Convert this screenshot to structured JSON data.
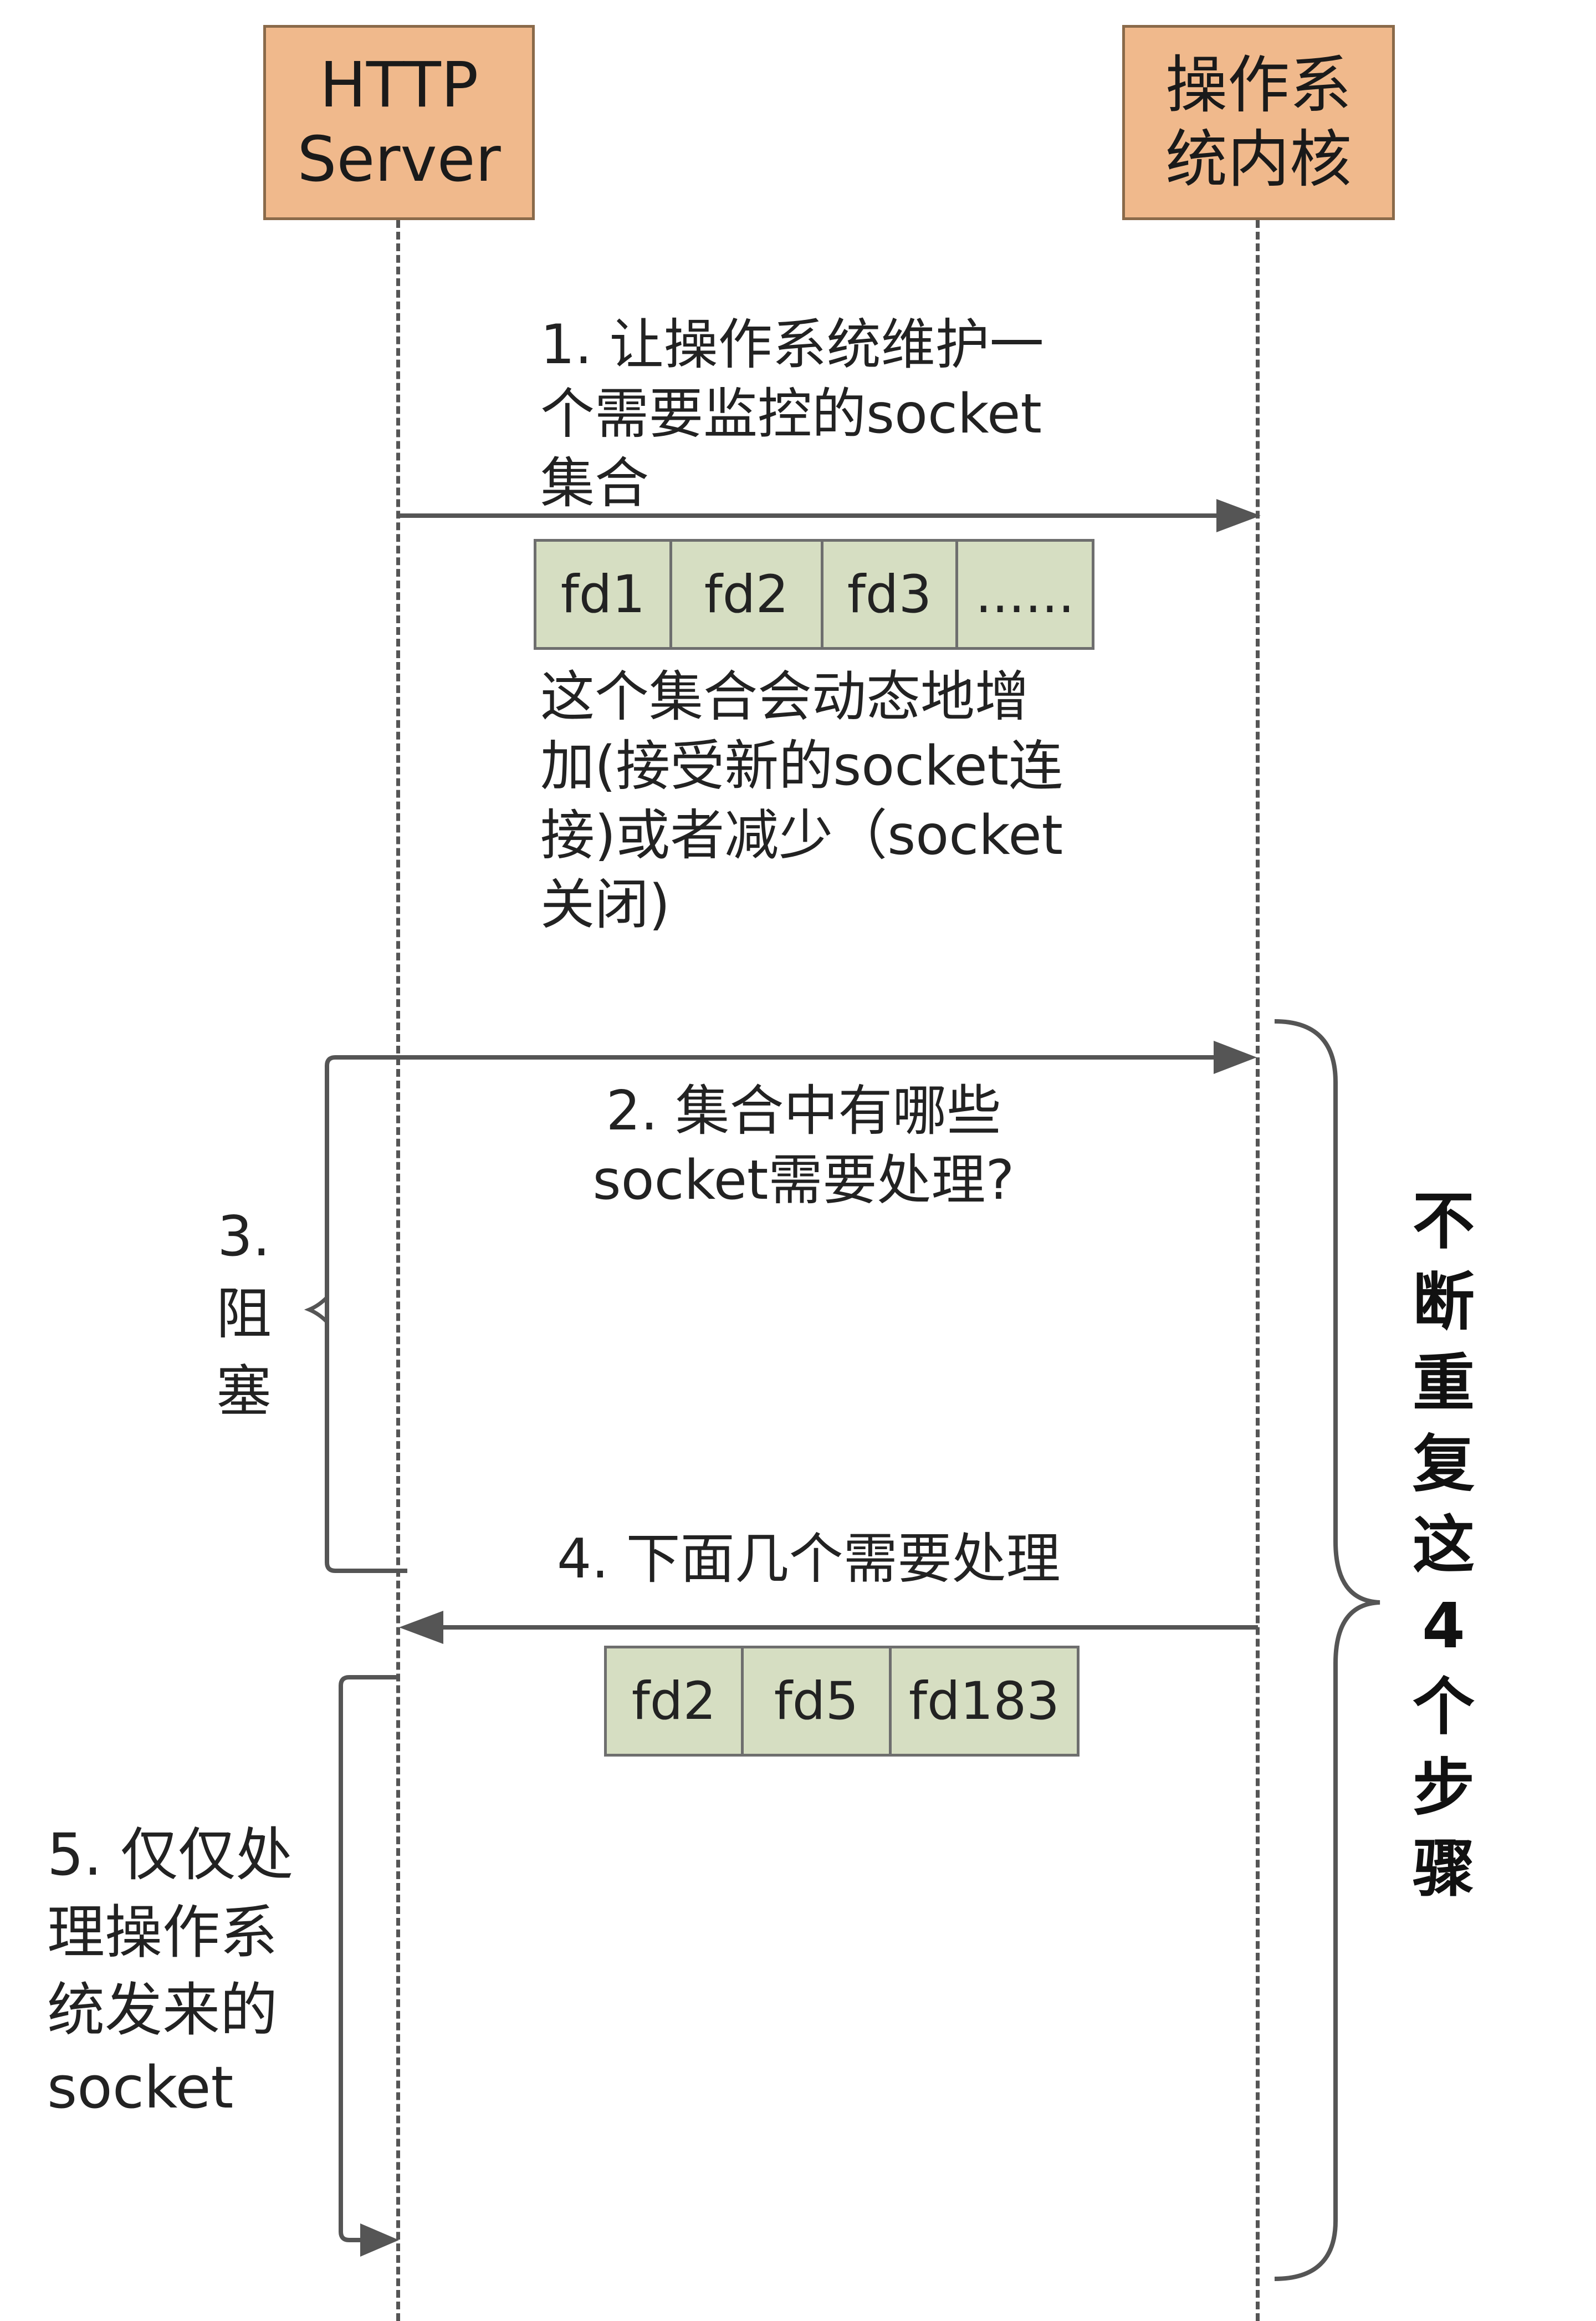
{
  "actors": {
    "left": {
      "lines": [
        "HTTP",
        "Server"
      ]
    },
    "right": {
      "lines": [
        "操作系",
        "统内核"
      ]
    }
  },
  "step1": {
    "lines": [
      "1. 让操作系统维护一",
      "个需要监控的socket",
      "集合"
    ]
  },
  "fd_set_1": {
    "cells": [
      "fd1",
      "fd2",
      "fd3",
      "......"
    ]
  },
  "set_note": {
    "lines": [
      "这个集合会动态地增",
      "加(接受新的socket连",
      "接)或者减少（socket",
      "关闭)"
    ]
  },
  "step2": {
    "lines": [
      "2. 集合中有哪些",
      "socket需要处理?"
    ]
  },
  "step3": {
    "lines": [
      "3.",
      "阻",
      "塞"
    ]
  },
  "step4": {
    "lines": [
      "4. 下面几个需要处理"
    ]
  },
  "fd_set_2": {
    "cells": [
      "fd2",
      "fd5",
      "fd183"
    ]
  },
  "step5": {
    "lines": [
      "5. 仅仅处",
      "理操作系",
      "统发来的",
      "socket"
    ]
  },
  "repeat": {
    "chars": [
      "不",
      "断",
      "重",
      "复",
      "这",
      "4",
      "个",
      "步",
      "骤"
    ]
  },
  "colors": {
    "actor_fill": "#f0b98c",
    "actor_border": "#8a6a4a",
    "fd_fill": "#d6dec2",
    "line": "#555555"
  }
}
